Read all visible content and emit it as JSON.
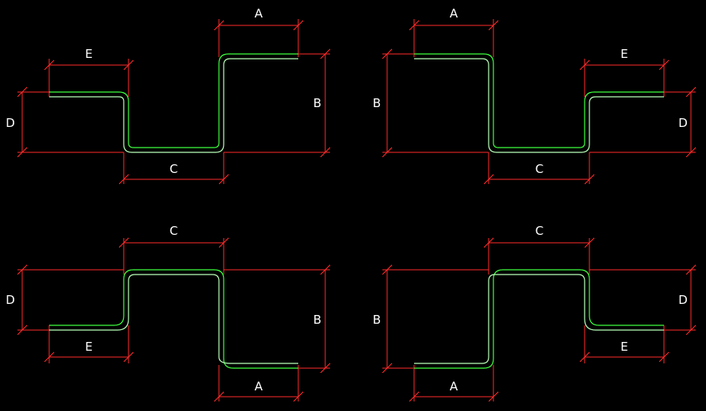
{
  "colors": {
    "background": "#000000",
    "dimension": "#ff2a2a",
    "profile_outer": "#3dff3d",
    "profile_inner": "#b8ffb8",
    "label": "#ffffff"
  },
  "variants": [
    {
      "labels": {
        "A": "A",
        "B": "B",
        "C": "C",
        "D": "D",
        "E": "E"
      }
    },
    {
      "labels": {
        "A": "A",
        "B": "B",
        "C": "C",
        "D": "D",
        "E": "E"
      }
    },
    {
      "labels": {
        "A": "A",
        "B": "B",
        "C": "C",
        "D": "D",
        "E": "E"
      }
    },
    {
      "labels": {
        "A": "A",
        "B": "B",
        "C": "C",
        "D": "D",
        "E": "E"
      }
    }
  ]
}
